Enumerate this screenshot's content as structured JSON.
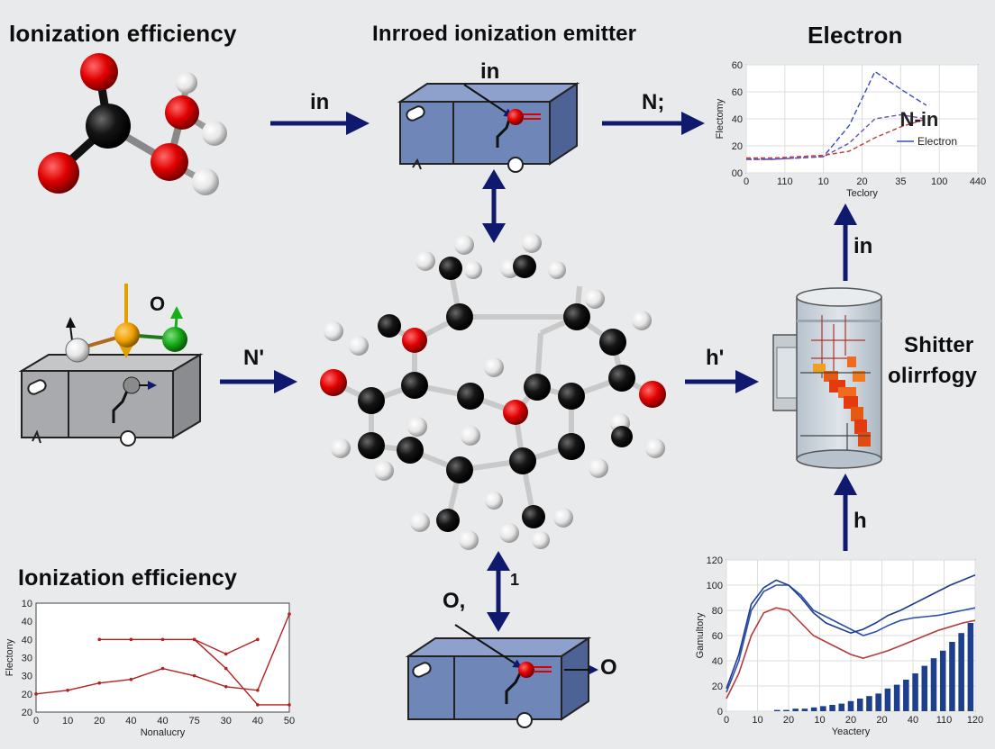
{
  "titles": {
    "top_left": "Ionization efficiency",
    "top_center": "Inrroed ionization emitter",
    "top_right": "Electron",
    "bottom_left": "Ionization efficiency",
    "right_side_line1": "Shitter",
    "right_side_line2": "olirrfogy"
  },
  "arrow_labels": {
    "top_left_arrow": "in",
    "emitter_top": "in",
    "top_right_arrow": "N;",
    "middle_left_arrow": "N'",
    "middle_right_arrow": "h'",
    "right_upper_arrow": "in",
    "right_lower_arrow": "h",
    "bottom_center_arrow": "1",
    "bottom_emitter_in": "O,",
    "bottom_emitter_out": "O",
    "molecule_o": "O"
  },
  "colors": {
    "arrow": "#0f1a6e",
    "box_blue": "#6f86b8",
    "box_gray": "#a9aaad",
    "oxygen": "#e00000",
    "carbon": "#111111",
    "hydrogen": "#f2f2f2"
  },
  "chart_data": [
    {
      "type": "line",
      "title": "",
      "xlabel": "Teclory",
      "ylabel": "Flectomy",
      "x_ticks": [
        "0",
        "110",
        "10",
        "20",
        "35",
        "100",
        "440"
      ],
      "y_ticks": [
        "00",
        "20",
        "40",
        "60",
        "60"
      ],
      "ylim": [
        0,
        80
      ],
      "legend": [
        "N-in",
        "Electron"
      ],
      "annotation": "N-in",
      "series": [
        {
          "name": "Electron",
          "color": "#3a49c7",
          "x": [
            0,
            1,
            2,
            3,
            4,
            5,
            6,
            7
          ],
          "values": [
            10,
            10,
            11,
            12,
            35,
            75,
            62,
            50
          ]
        },
        {
          "values": [
            10,
            10,
            11,
            12,
            22,
            40,
            43,
            40
          ],
          "x": [
            0,
            1,
            2,
            3,
            4,
            5,
            6,
            7
          ],
          "color": "#6a4fb0"
        },
        {
          "values": [
            11,
            11,
            12,
            13,
            16,
            26,
            34,
            40
          ],
          "x": [
            0,
            1,
            2,
            3,
            4,
            5,
            6,
            7
          ],
          "color": "#c23a3a"
        }
      ]
    },
    {
      "type": "line",
      "title": "Ionization efficiency",
      "xlabel": "Nonalucry",
      "ylabel": "Flectony",
      "x_ticks": [
        "0",
        "10",
        "20",
        "40",
        "40",
        "75",
        "30",
        "40",
        "50"
      ],
      "y_ticks": [
        "20",
        "20",
        "30",
        "30",
        "40",
        "40",
        "10"
      ],
      "ylim": [
        20,
        50
      ],
      "series": [
        {
          "color": "#b32020",
          "x": [
            0,
            1,
            2,
            3,
            4,
            5,
            6,
            7,
            8
          ],
          "values": [
            25,
            26,
            28,
            29,
            32,
            30,
            27,
            26,
            47
          ]
        },
        {
          "color": "#b32020",
          "x": [
            2,
            3,
            4,
            5,
            6,
            7
          ],
          "values": [
            40,
            40,
            40,
            40,
            36,
            40
          ]
        },
        {
          "color": "#b32020",
          "x": [
            5,
            6,
            7,
            8
          ],
          "values": [
            40,
            32,
            22,
            22
          ]
        }
      ]
    },
    {
      "type": "line",
      "title": "",
      "xlabel": "Yeactery",
      "ylabel": "Gamultory",
      "x_ticks": [
        "0",
        "10",
        "20",
        "10",
        "20",
        "20",
        "40",
        "110",
        "120"
      ],
      "y_ticks": [
        "0",
        "20",
        "40",
        "60",
        "80",
        "100",
        "120"
      ],
      "ylim": [
        0,
        120
      ],
      "bars": [
        0,
        0,
        0,
        0,
        0,
        1,
        1,
        2,
        2,
        3,
        4,
        5,
        6,
        8,
        10,
        12,
        14,
        18,
        21,
        25,
        30,
        36,
        42,
        48,
        55,
        62,
        70
      ],
      "series": [
        {
          "color": "#2c4fae",
          "x": [
            0,
            1,
            2,
            3,
            4,
            5,
            6,
            7,
            8,
            9,
            10,
            11,
            12,
            13,
            14,
            15,
            16,
            17,
            18,
            19,
            20
          ],
          "values": [
            15,
            40,
            80,
            95,
            100,
            100,
            92,
            80,
            75,
            70,
            65,
            60,
            63,
            68,
            72,
            74,
            75,
            76,
            78,
            80,
            82
          ]
        },
        {
          "color": "#b83a3a",
          "x": [
            0,
            1,
            2,
            3,
            4,
            5,
            6,
            7,
            8,
            9,
            10,
            11,
            12,
            13,
            14,
            15,
            16,
            17,
            18,
            19,
            20
          ],
          "values": [
            10,
            30,
            60,
            78,
            82,
            80,
            70,
            60,
            55,
            50,
            45,
            42,
            45,
            48,
            52,
            56,
            60,
            64,
            67,
            70,
            72
          ]
        },
        {
          "color": "#1e3b8c",
          "x": [
            0,
            1,
            2,
            3,
            4,
            5,
            6,
            7,
            8,
            9,
            10,
            11,
            12,
            13,
            14,
            15,
            16,
            17,
            18,
            19,
            20
          ],
          "values": [
            18,
            45,
            85,
            98,
            104,
            100,
            90,
            78,
            70,
            66,
            62,
            65,
            70,
            76,
            80,
            85,
            90,
            95,
            100,
            104,
            108
          ]
        }
      ]
    }
  ]
}
